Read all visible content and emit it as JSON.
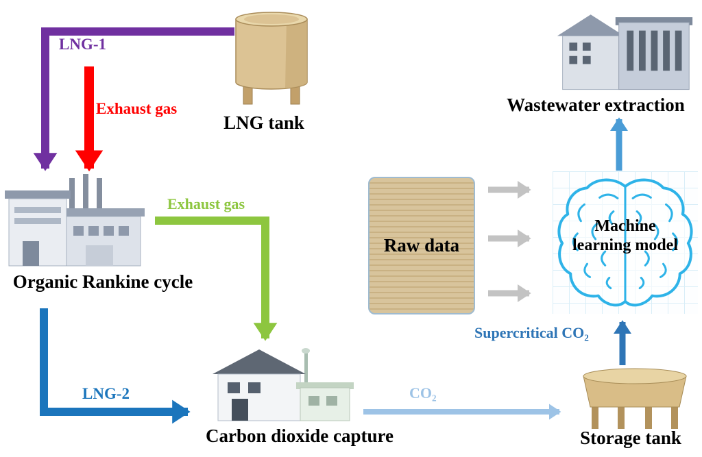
{
  "diagram": {
    "nodes": {
      "lng_tank": {
        "label": "LNG tank"
      },
      "organic_rankine_cycle": {
        "label": "Organic Rankine cycle"
      },
      "carbon_dioxide_capture": {
        "label": "Carbon dioxide capture"
      },
      "storage_tank": {
        "label": "Storage tank"
      },
      "raw_data": {
        "label": "Raw data"
      },
      "machine_learning_model": {
        "label": "Machine learning model"
      },
      "wastewater_extraction": {
        "label": "Wastewater extraction"
      }
    },
    "edges": {
      "lng_1": {
        "label": "LNG-1",
        "color": "#7030A0"
      },
      "exhaust_gas_hot": {
        "label": "Exhaust gas",
        "color": "#FF0000"
      },
      "exhaust_gas_cool": {
        "label": "Exhaust gas",
        "color": "#8DC63F"
      },
      "lng_2": {
        "label": "LNG-2",
        "color": "#1B75BC"
      },
      "co2": {
        "label": "CO₂",
        "color": "#9DC3E6"
      },
      "supercritical_co2": {
        "label": "Supercritical CO₂",
        "color": "#2E75B6"
      },
      "ml_to_wastewater": {
        "color": "#4A9CD6"
      },
      "raw_data_to_ml": {
        "color": "#C3C3C3"
      }
    }
  }
}
